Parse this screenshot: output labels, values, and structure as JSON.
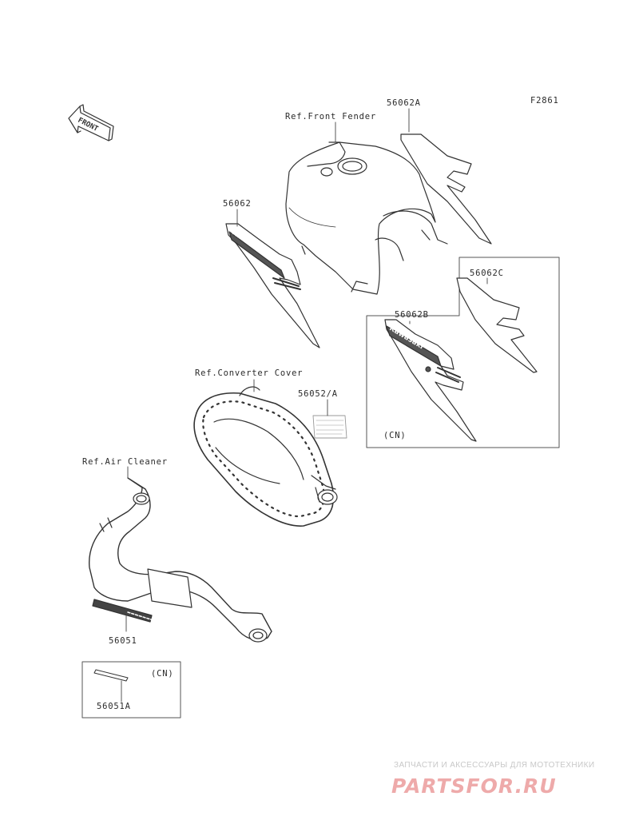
{
  "figure_id": "F2861",
  "front_arrow_label": "FRONT",
  "part_labels": {
    "p56062A": "56062A",
    "p56062": "56062",
    "p56062C": "56062C",
    "p56062B": "56062B",
    "p56052A": "56052/A",
    "p56051": "56051",
    "p56051A": "56051A"
  },
  "ref_labels": {
    "front_fender": "Ref.Front Fender",
    "converter_cover": "Ref.Converter Cover",
    "air_cleaner": "Ref.Air Cleaner"
  },
  "decal_text": "Kawasaki",
  "variant_labels": {
    "box_cn_upper": "(CN)",
    "box_cn_lower": "(CN)"
  },
  "watermark": {
    "subtitle": "ЗАПЧАСТИ И АКСЕССУАРЫ ДЛЯ МОТОТЕХНИКИ",
    "logo": "PARTSFOR.RU",
    "color": "#e06464"
  }
}
